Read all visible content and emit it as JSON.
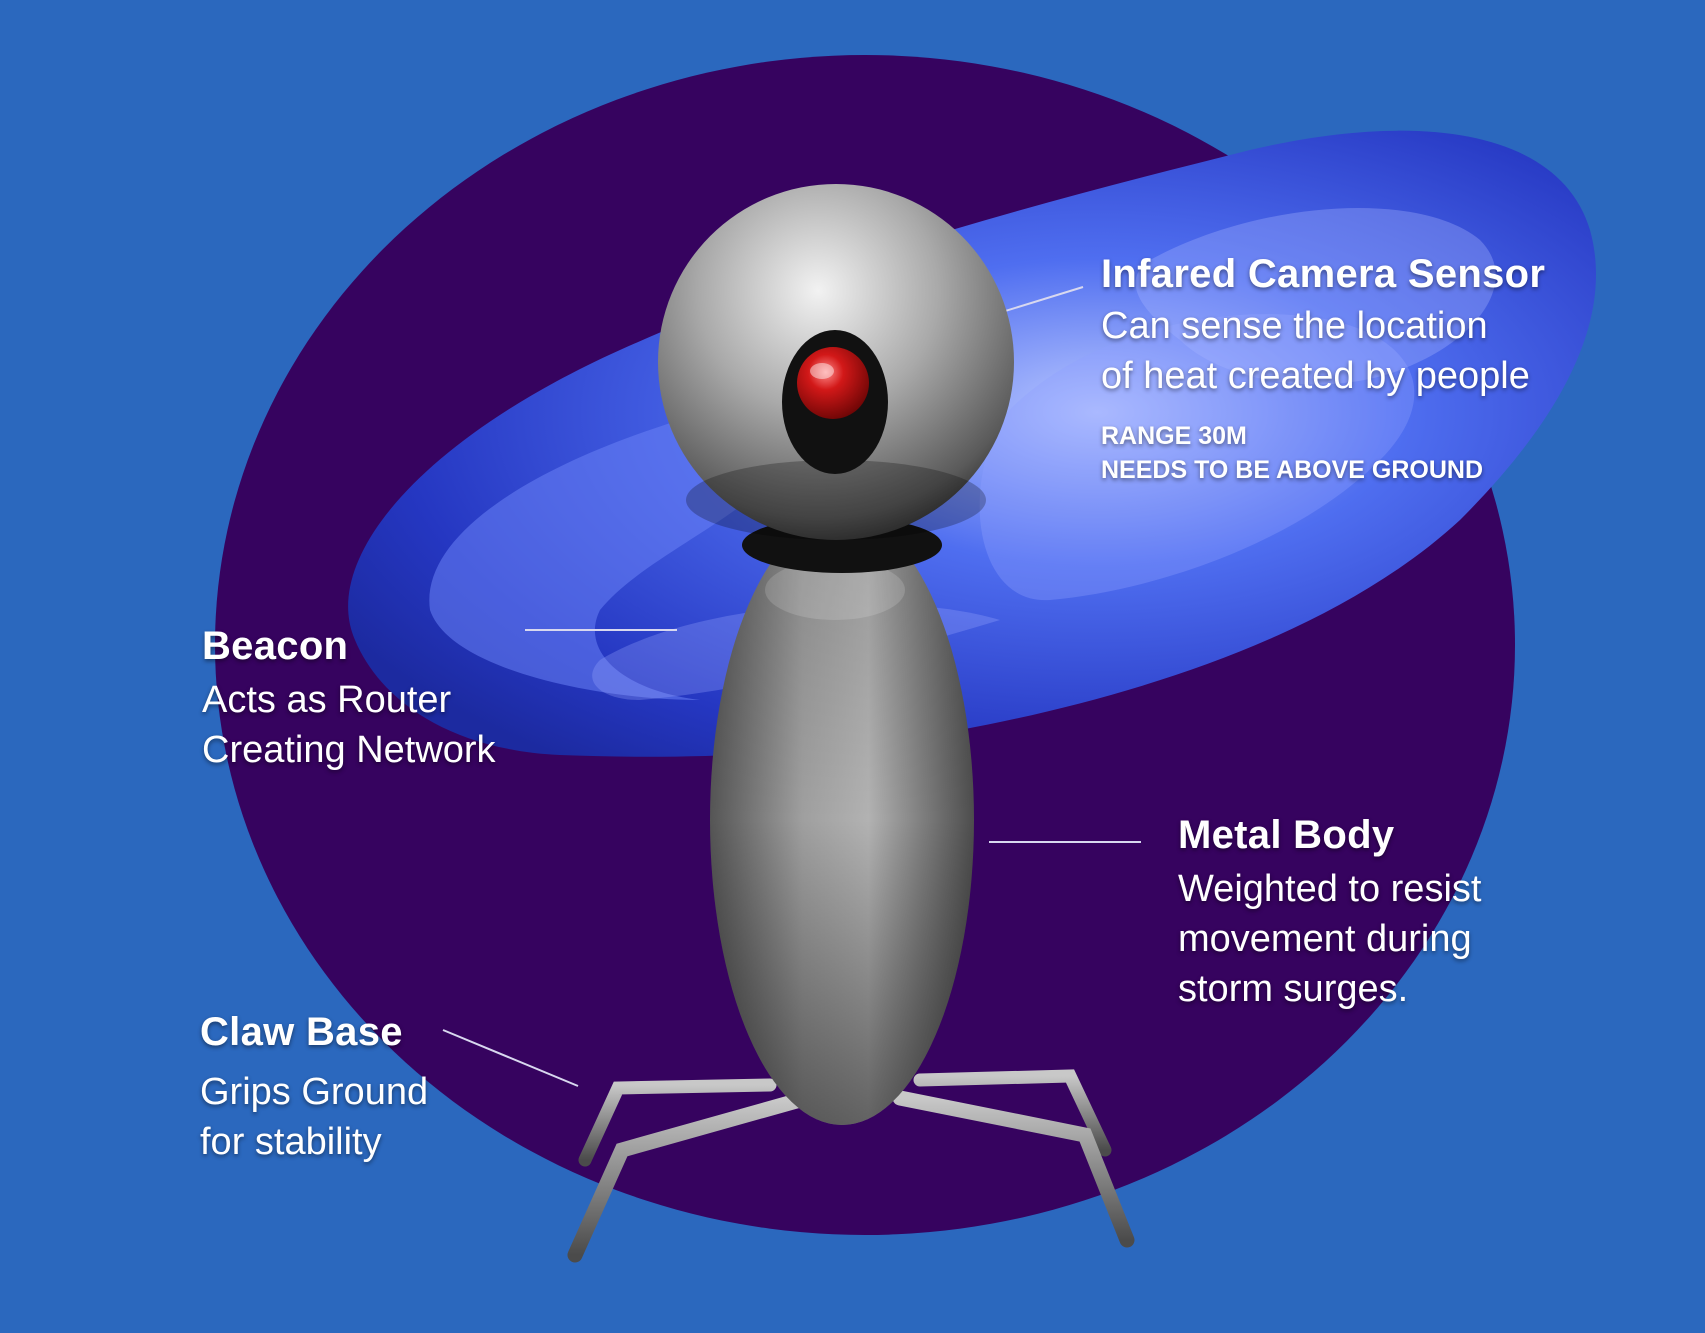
{
  "colors": {
    "background": "#2b68be",
    "circle": "#36035f",
    "storm": "#2f49d9",
    "robot_metal": "#9a9a9a",
    "eye_lens": "#c41616",
    "text": "#ffffff"
  },
  "callouts": {
    "camera": {
      "title": "Infared Camera Sensor",
      "desc_lines": [
        "Can sense the location",
        "of heat created by people"
      ],
      "notes": [
        "RANGE 30M",
        "NEEDS TO BE ABOVE GROUND"
      ]
    },
    "beacon": {
      "title": "Beacon",
      "desc_lines": [
        "Acts as Router",
        "Creating Network"
      ]
    },
    "body": {
      "title": "Metal Body",
      "desc_lines": [
        "Weighted to resist",
        "movement during",
        "storm surges."
      ]
    },
    "base": {
      "title": "Claw Base",
      "desc_lines": [
        "Grips Ground",
        "for stability"
      ]
    }
  },
  "illustration": {
    "subject": "robot-sensor-illustration",
    "background_image": "storm-cloud-satellite-image",
    "parts": [
      "sensor-head",
      "red-lens",
      "metal-body",
      "claw-legs"
    ]
  }
}
